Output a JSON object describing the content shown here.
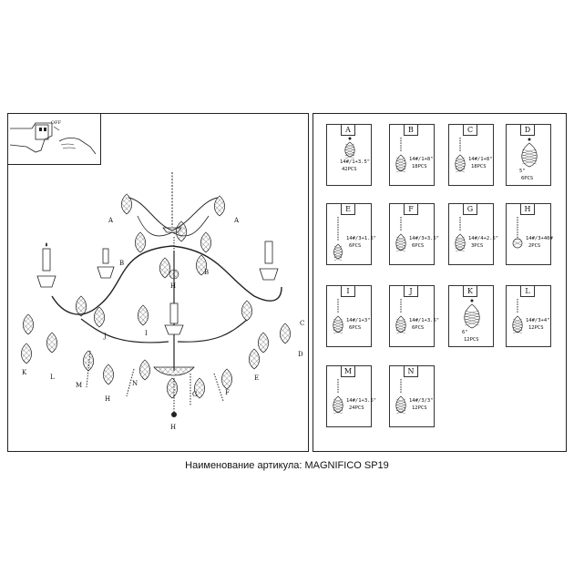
{
  "inset": {
    "switch_label": "OFF"
  },
  "chandelier_labels": [
    {
      "id": "A-left",
      "text": "A"
    },
    {
      "id": "A-right",
      "text": "A"
    },
    {
      "id": "B-left",
      "text": "B"
    },
    {
      "id": "B-right",
      "text": "B"
    },
    {
      "id": "H-top",
      "text": "H"
    },
    {
      "id": "I",
      "text": "I"
    },
    {
      "id": "J",
      "text": "J"
    },
    {
      "id": "K",
      "text": "K"
    },
    {
      "id": "L",
      "text": "L"
    },
    {
      "id": "M",
      "text": "M"
    },
    {
      "id": "H-left",
      "text": "H"
    },
    {
      "id": "N",
      "text": "N"
    },
    {
      "id": "H-bottom",
      "text": "H"
    },
    {
      "id": "G",
      "text": "G"
    },
    {
      "id": "F",
      "text": "F"
    },
    {
      "id": "E",
      "text": "E"
    },
    {
      "id": "C",
      "text": "C"
    },
    {
      "id": "D",
      "text": "D"
    }
  ],
  "parts": [
    {
      "id": "A",
      "spec": "14#/1+3.5\"",
      "qty": "42PCS",
      "shape": "drop"
    },
    {
      "id": "B",
      "spec": "14#/1+8\"",
      "qty": "18PCS",
      "shape": "drop-chain"
    },
    {
      "id": "C",
      "spec": "14#/1+8\"",
      "qty": "18PCS",
      "shape": "drop-chain"
    },
    {
      "id": "D",
      "spec": "5\"",
      "qty": "6PCS",
      "shape": "large-drop"
    },
    {
      "id": "E",
      "spec": "14#/3+1.5\"",
      "qty": "6PCS",
      "shape": "chain-long"
    },
    {
      "id": "F",
      "spec": "14#/3+3.5\"",
      "qty": "6PCS",
      "shape": "drop-chain"
    },
    {
      "id": "G",
      "spec": "14#/4+2.5\"",
      "qty": "3PCS",
      "shape": "drop-chain"
    },
    {
      "id": "H",
      "spec": "14#/3+40#",
      "qty": "2PCS",
      "shape": "ball"
    },
    {
      "id": "I",
      "spec": "14#/1+3\"",
      "qty": "6PCS",
      "shape": "drop-chain"
    },
    {
      "id": "J",
      "spec": "14#/1+3.5\"",
      "qty": "6PCS",
      "shape": "drop-chain"
    },
    {
      "id": "K",
      "spec": "6\"",
      "qty": "12PCS",
      "shape": "large-drop"
    },
    {
      "id": "L",
      "spec": "14#/3+4\"",
      "qty": "12PCS",
      "shape": "drop-chain"
    },
    {
      "id": "M",
      "spec": "14#/1+3.5\"",
      "qty": "24PCS",
      "shape": "drop-chain"
    },
    {
      "id": "N",
      "spec": "14#/3/3\"",
      "qty": "12PCS",
      "shape": "drop-chain"
    }
  ],
  "caption": "Наименование артикула: MAGNIFICO SP19"
}
